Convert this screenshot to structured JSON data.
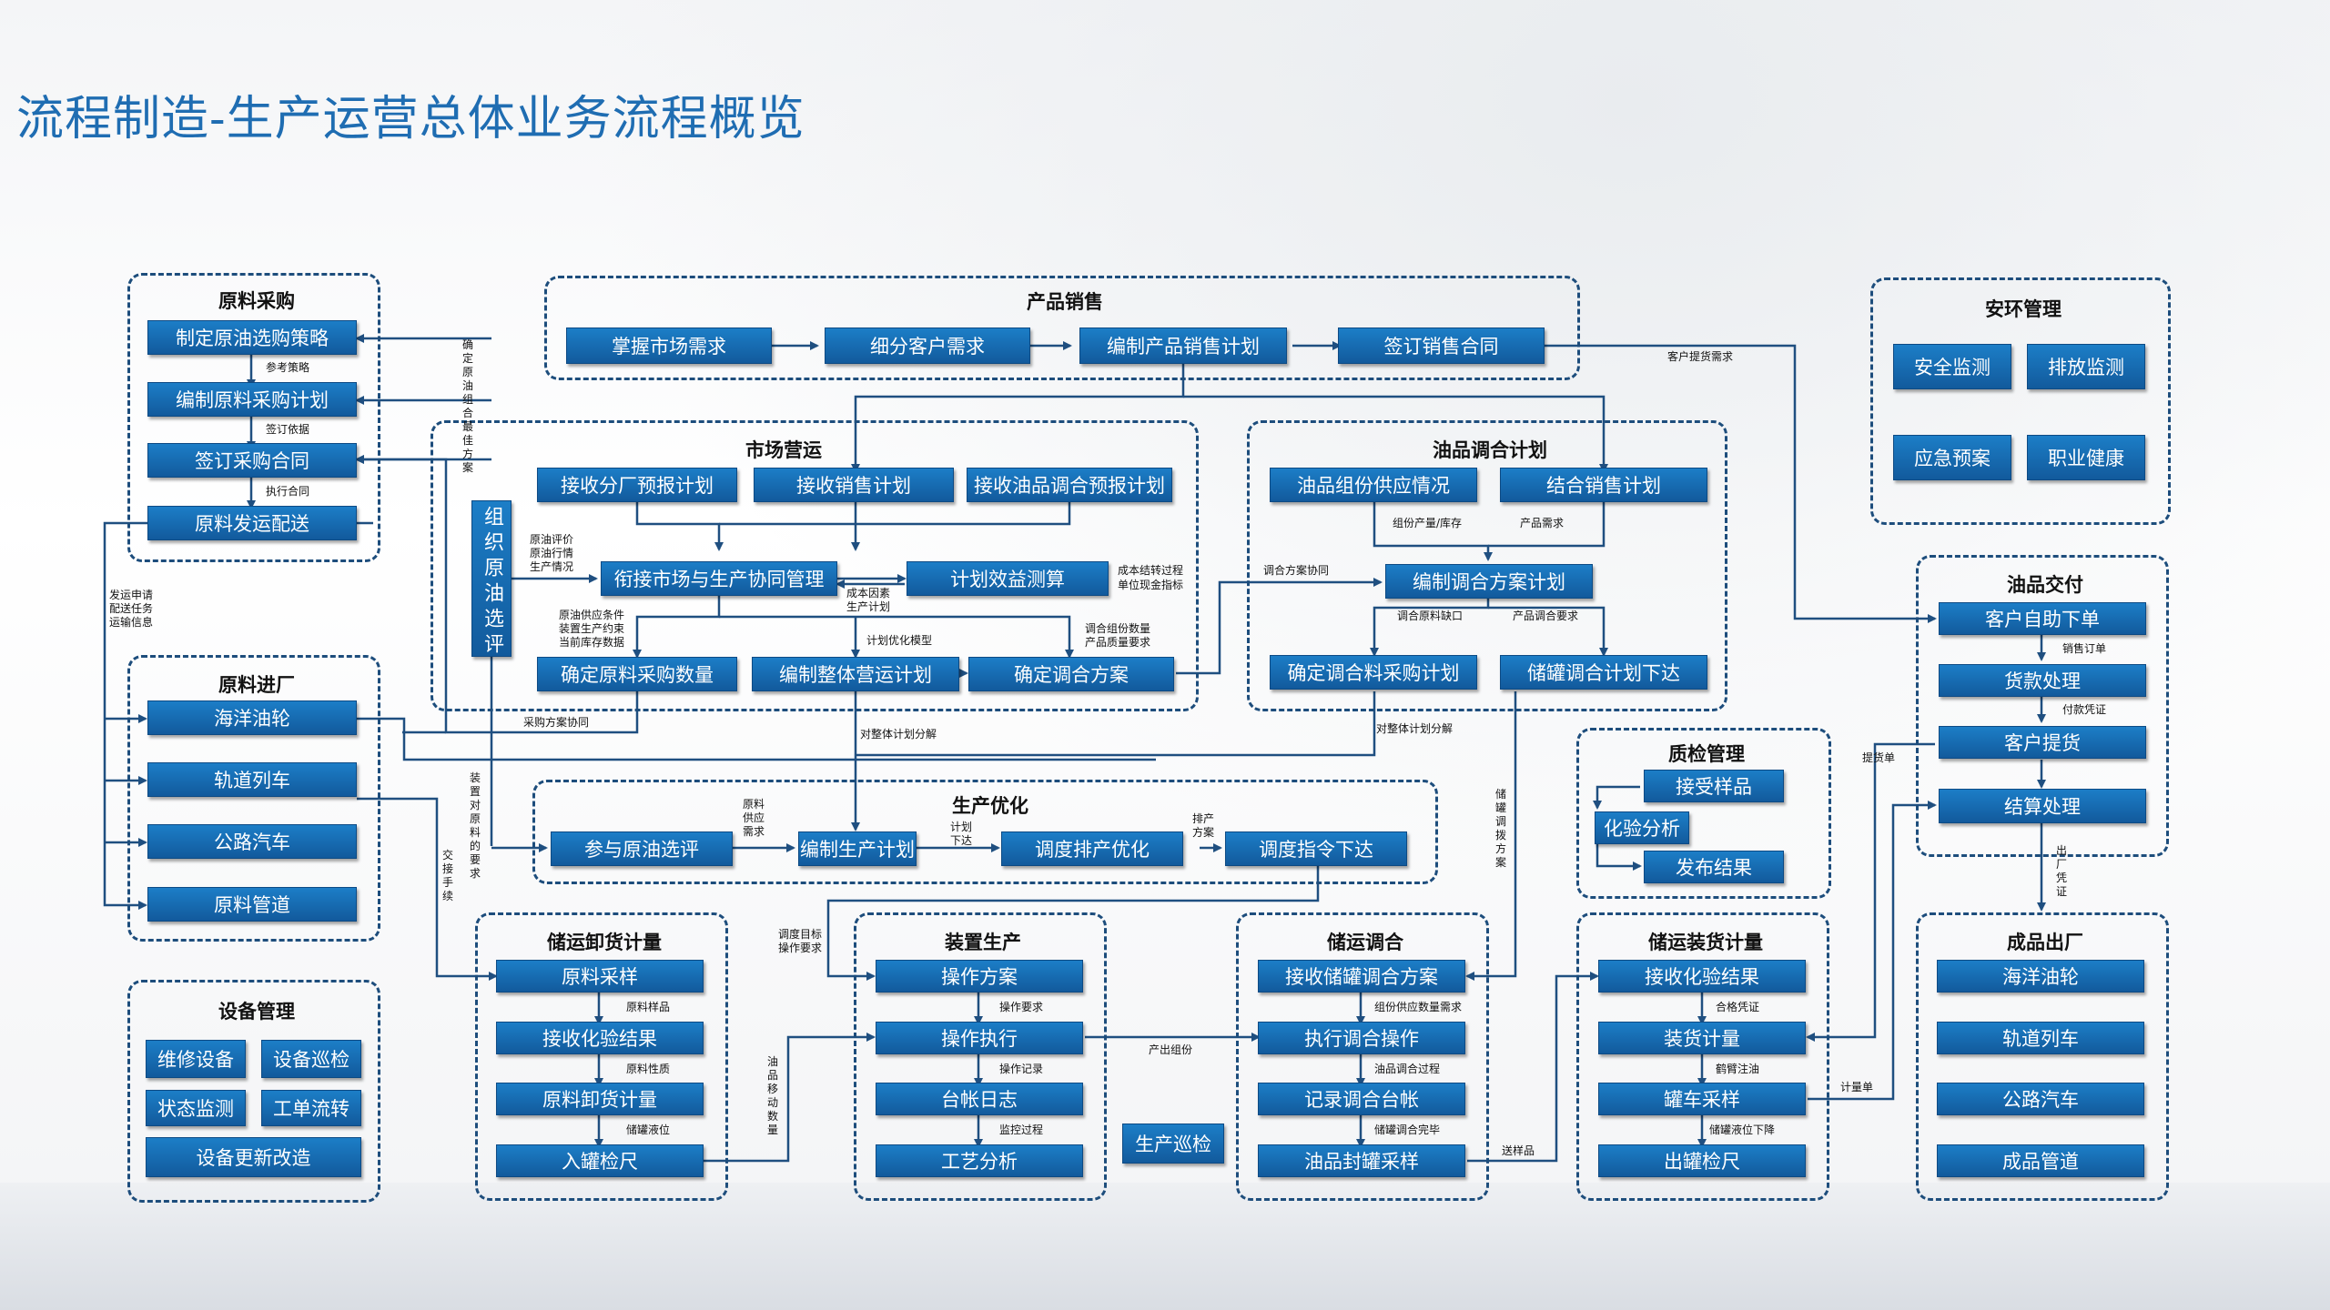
{
  "title": "流程制造-生产运营总体业务流程概览",
  "groups": {
    "g1": "原料采购",
    "g2": "产品销售",
    "g3": "安环管理",
    "g4": "市场营运",
    "g5": "油品调合计划",
    "g6": "油品交付",
    "g7": "原料进厂",
    "g8": "质检管理",
    "g9": "生产优化",
    "g10": "设备管理",
    "g11": "储运卸货计量",
    "g12": "装置生产",
    "g13": "储运调合",
    "g14": "储运装货计量",
    "g15": "成品出厂"
  },
  "boxes": {
    "b1": "制定原油选购策略",
    "b2": "编制原料采购计划",
    "b3": "签订采购合同",
    "b4": "原料发运配送",
    "b5": "掌握市场需求",
    "b6": "细分客户需求",
    "b7": "编制产品销售计划",
    "b8": "签订销售合同",
    "b9": "安全监测",
    "b10": "排放监测",
    "b11": "应急预案",
    "b12": "职业健康",
    "b13": "组织原油选评",
    "b14": "接收分厂预报计划",
    "b15": "接收销售计划",
    "b16": "接收油品调合预报计划",
    "b17": "衔接市场与生产协同管理",
    "b18": "计划效益测算",
    "b19": "确定原料采购数量",
    "b20": "编制整体营运计划",
    "b21": "确定调合方案",
    "b22": "油品组份供应情况",
    "b23": "结合销售计划",
    "b24": "编制调合方案计划",
    "b25": "确定调合料采购计划",
    "b26": "储罐调合计划下达",
    "b27": "客户自助下单",
    "b28": "货款处理",
    "b29": "客户提货",
    "b30": "结算处理",
    "b31": "海洋油轮",
    "b32": "轨道列车",
    "b33": "公路汽车",
    "b34": "原料管道",
    "b35": "接受样品",
    "b36": "化验分析",
    "b37": "发布结果",
    "b38": "参与原油选评",
    "b39": "编制生产计划",
    "b40": "调度排产优化",
    "b41": "调度指令下达",
    "b42": "维修设备",
    "b43": "设备巡检",
    "b44": "状态监测",
    "b45": "工单流转",
    "b46": "设备更新改造",
    "b47": "原料采样",
    "b48": "接收化验结果",
    "b49": "原料卸货计量",
    "b50": "入罐检尺",
    "b51": "操作方案",
    "b52": "操作执行",
    "b53": "台帐日志",
    "b54": "工艺分析",
    "b55": "生产巡检",
    "b56": "接收储罐调合方案",
    "b57": "执行调合操作",
    "b58": "记录调合台帐",
    "b59": "油品封罐采样",
    "b60": "接收化验结果",
    "b61": "装货计量",
    "b62": "罐车采样",
    "b63": "出罐检尺",
    "b64": "海洋油轮",
    "b65": "轨道列车",
    "b66": "公路汽车",
    "b67": "成品管道"
  },
  "labels": {
    "l1": "参考策略",
    "l2": "签订依据",
    "l3": "执行合同",
    "l4": "客户提货需求",
    "l5": "原油评价",
    "l6": "原油行情",
    "l7": "生产情况",
    "l8": "成本因素",
    "l9": "生产计划",
    "l10": "成本结转过程",
    "l11": "单位现金指标",
    "l12": "原油供应条件",
    "l13": "装置生产约束",
    "l14": "当前库存数据",
    "l15": "计划优化模型",
    "l16": "调合组份数量",
    "l17": "产品质量要求",
    "l18": "组份产量/库存",
    "l19": "产品需求",
    "l20": "调合方案协同",
    "l21": "调合原料缺口",
    "l22": "产品调合要求",
    "l23": "销售订单",
    "l24": "付款凭证",
    "l25": "提货单",
    "l26": "发运申请",
    "l27": "配送任务",
    "l28": "运输信息",
    "l29": "采购方案协同",
    "l30": "对整体计划分解",
    "l31": "对整体计划分解",
    "l32": "原料",
    "l33": "供应",
    "l34": "需求",
    "l35": "计划",
    "l36": "下达",
    "l37": "排产",
    "l38": "方案",
    "l39": "调度目标",
    "l40": "操作要求",
    "l41": "原料样品",
    "l42": "原料性质",
    "l43": "储罐液位",
    "l44": "操作要求",
    "l45": "操作记录",
    "l46": "监控过程",
    "l47": "产出组份",
    "l48": "组份供应数量需求",
    "l49": "油品调合过程",
    "l50": "储罐调合完毕",
    "l51": "送样品",
    "l52": "合格凭证",
    "l53": "鹤臂注油",
    "l54": "储罐液位下降",
    "l55": "计量单"
  },
  "vlabels": {
    "v1": "确定原油组合最佳方案",
    "v2": "装置对原料的要求",
    "v3": "交接手续",
    "v4": "油品移动数量",
    "v5": "储罐调拨方案",
    "v6": "出厂凭证"
  },
  "colors": {
    "title": "#1f6db2",
    "box": "#1a6fb5",
    "border": "#1d4d7c",
    "wire": "#1f4f80"
  }
}
